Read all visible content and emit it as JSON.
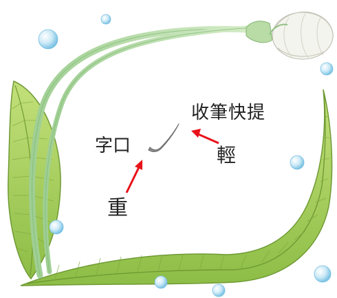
{
  "labels": {
    "tip_description": "收筆快提",
    "light": "輕",
    "radical_left": "字口",
    "heavy": "重"
  },
  "colors": {
    "arrow": "#e8121a",
    "stroke_sample": "#8c8c8c",
    "leaf": "#a4cf5a",
    "leaf_dark": "#6f9a34",
    "stem": "#b5d9a9",
    "flower": "#f4f4ee",
    "bubble": "#bfe4f4",
    "text": "#222222"
  },
  "icons": {
    "stroke_sample": "brush-stroke-icon",
    "arrow_light": "arrow-icon",
    "arrow_heavy": "arrow-icon",
    "flower": "flower-bud-icon",
    "bubbles": "water-bubble-icon"
  }
}
